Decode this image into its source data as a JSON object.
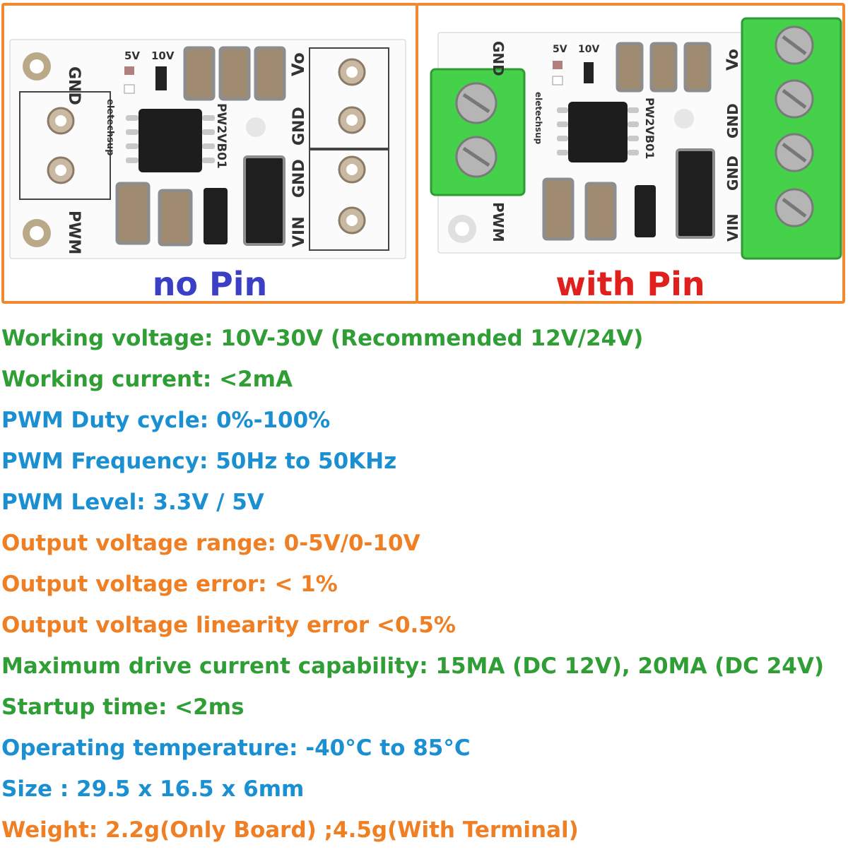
{
  "panels": {
    "left": {
      "caption": "no Pin",
      "caption_color": "#3a3fc4",
      "labels": {
        "gnd_left": "GND",
        "pwm": "PWM",
        "v5": "5V",
        "v10": "10V",
        "vo": "Vo",
        "gnd1": "GND",
        "gnd2": "GND",
        "vin": "VIN",
        "model": "PW2VB01",
        "brand": "eletechsup"
      }
    },
    "right": {
      "caption": "with Pin",
      "caption_color": "#e0201c",
      "labels": {
        "gnd_left": "GND",
        "pwm": "PWM",
        "v5": "5V",
        "v10": "10V",
        "vo": "Vo",
        "gnd1": "GND",
        "gnd2": "GND",
        "vin": "VIN",
        "model": "PW2VB01",
        "brand": "eletechsup"
      }
    }
  },
  "colors": {
    "frame": "#f0882f",
    "green": "#2e9e35",
    "blue": "#1a8fd1",
    "orange": "#f07f23",
    "terminal_green": "#45d14a"
  },
  "specs": [
    {
      "text": "Working voltage: 10V-30V (Recommended 12V/24V)",
      "color": "#2e9e35"
    },
    {
      "text": "Working current: <2mA",
      "color": "#2e9e35"
    },
    {
      "text": "PWM Duty cycle: 0%-100%",
      "color": "#1a8fd1"
    },
    {
      "text": "PWM Frequency: 50Hz to 50KHz",
      "color": "#1a8fd1"
    },
    {
      "text": "PWM Level: 3.3V / 5V",
      "color": "#1a8fd1"
    },
    {
      "text": "Output voltage range: 0-5V/0-10V",
      "color": "#f07f23"
    },
    {
      "text": "Output voltage error: < 1%",
      "color": "#f07f23"
    },
    {
      "text": "Output voltage linearity error <0.5%",
      "color": "#f07f23"
    },
    {
      "text": "Maximum drive current capability: 15MA (DC 12V), 20MA (DC 24V)",
      "color": "#2e9e35"
    },
    {
      "text": "Startup time: <2ms",
      "color": "#2e9e35"
    },
    {
      "text": "Operating temperature: -40°C to 85°C",
      "color": "#1a8fd1"
    },
    {
      "text": "Size : 29.5 x 16.5 x 6mm",
      "color": "#1a8fd1"
    },
    {
      "text": "Weight: 2.2g(Only Board) ;4.5g(With Terminal)",
      "color": "#f07f23"
    }
  ]
}
